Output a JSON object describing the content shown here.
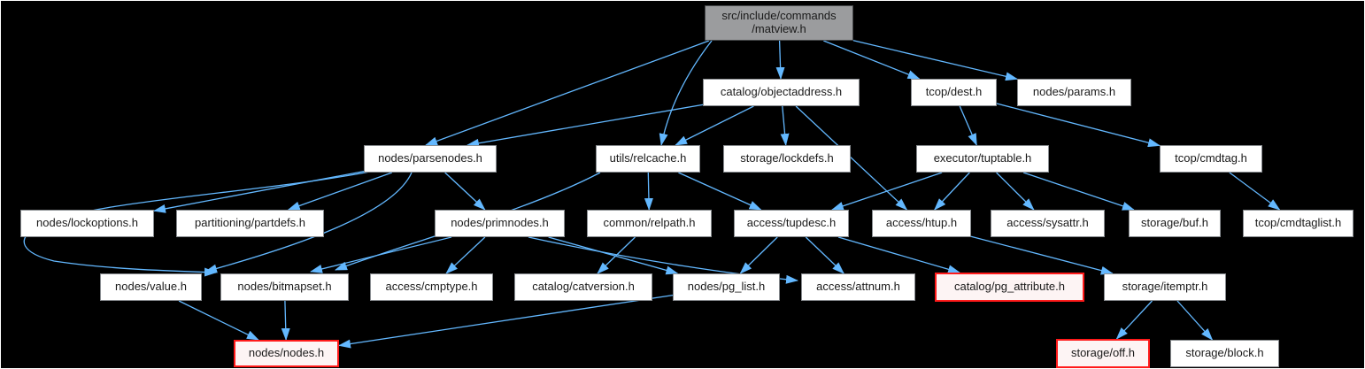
{
  "diagram": {
    "type": "include-dependency-graph",
    "root": "src/include/commands/matview.h",
    "colors": {
      "background": "#000000",
      "edge": "#63b8ff",
      "node_fill": "#ffffff",
      "node_border": "#888c90",
      "root_fill": "#9b9c9e",
      "root_border": "#46484a",
      "truncated_border": "#ff1a1a",
      "truncated_fill": "#fdf4f4",
      "text": "#1a1a1a"
    },
    "nodes": [
      {
        "id": "matview",
        "label": "src/include/commands\n/matview.h",
        "kind": "main"
      },
      {
        "id": "objectaddress",
        "label": "catalog/objectaddress.h",
        "kind": "normal"
      },
      {
        "id": "dest",
        "label": "tcop/dest.h",
        "kind": "normal"
      },
      {
        "id": "params",
        "label": "nodes/params.h",
        "kind": "normal"
      },
      {
        "id": "parsenodes",
        "label": "nodes/parsenodes.h",
        "kind": "normal"
      },
      {
        "id": "relcache",
        "label": "utils/relcache.h",
        "kind": "normal"
      },
      {
        "id": "lockdefs",
        "label": "storage/lockdefs.h",
        "kind": "normal"
      },
      {
        "id": "tuptable",
        "label": "executor/tuptable.h",
        "kind": "normal"
      },
      {
        "id": "cmdtag",
        "label": "tcop/cmdtag.h",
        "kind": "normal"
      },
      {
        "id": "lockoptions",
        "label": "nodes/lockoptions.h",
        "kind": "normal"
      },
      {
        "id": "partdefs",
        "label": "partitioning/partdefs.h",
        "kind": "normal"
      },
      {
        "id": "primnodes",
        "label": "nodes/primnodes.h",
        "kind": "normal"
      },
      {
        "id": "relpath",
        "label": "common/relpath.h",
        "kind": "normal"
      },
      {
        "id": "tupdesc",
        "label": "access/tupdesc.h",
        "kind": "normal"
      },
      {
        "id": "htup",
        "label": "access/htup.h",
        "kind": "normal"
      },
      {
        "id": "sysattr",
        "label": "access/sysattr.h",
        "kind": "normal"
      },
      {
        "id": "buf",
        "label": "storage/buf.h",
        "kind": "normal"
      },
      {
        "id": "cmdtaglist",
        "label": "tcop/cmdtaglist.h",
        "kind": "normal"
      },
      {
        "id": "value",
        "label": "nodes/value.h",
        "kind": "normal"
      },
      {
        "id": "bitmapset",
        "label": "nodes/bitmapset.h",
        "kind": "normal"
      },
      {
        "id": "cmptype",
        "label": "access/cmptype.h",
        "kind": "normal"
      },
      {
        "id": "catversion",
        "label": "catalog/catversion.h",
        "kind": "normal"
      },
      {
        "id": "pg_list",
        "label": "nodes/pg_list.h",
        "kind": "normal"
      },
      {
        "id": "attnum",
        "label": "access/attnum.h",
        "kind": "normal"
      },
      {
        "id": "pg_attribute",
        "label": "catalog/pg_attribute.h",
        "kind": "red"
      },
      {
        "id": "itemptr",
        "label": "storage/itemptr.h",
        "kind": "normal"
      },
      {
        "id": "nodes",
        "label": "nodes/nodes.h",
        "kind": "red"
      },
      {
        "id": "off",
        "label": "storage/off.h",
        "kind": "red"
      },
      {
        "id": "block",
        "label": "storage/block.h",
        "kind": "normal"
      }
    ],
    "edges": [
      {
        "from": "matview",
        "to": "objectaddress"
      },
      {
        "from": "matview",
        "to": "dest"
      },
      {
        "from": "matview",
        "to": "params"
      },
      {
        "from": "matview",
        "to": "parsenodes"
      },
      {
        "from": "matview",
        "to": "relcache"
      },
      {
        "from": "objectaddress",
        "to": "parsenodes"
      },
      {
        "from": "objectaddress",
        "to": "relcache"
      },
      {
        "from": "objectaddress",
        "to": "lockdefs"
      },
      {
        "from": "objectaddress",
        "to": "htup"
      },
      {
        "from": "dest",
        "to": "tuptable"
      },
      {
        "from": "dest",
        "to": "cmdtag"
      },
      {
        "from": "parsenodes",
        "to": "lockoptions"
      },
      {
        "from": "parsenodes",
        "to": "partdefs"
      },
      {
        "from": "parsenodes",
        "to": "primnodes"
      },
      {
        "from": "parsenodes",
        "to": "value"
      },
      {
        "from": "parsenodes",
        "to": "bitmapset"
      },
      {
        "from": "relcache",
        "to": "tupdesc"
      },
      {
        "from": "relcache",
        "to": "relpath"
      },
      {
        "from": "relcache",
        "to": "bitmapset"
      },
      {
        "from": "tuptable",
        "to": "tupdesc"
      },
      {
        "from": "tuptable",
        "to": "htup"
      },
      {
        "from": "tuptable",
        "to": "sysattr"
      },
      {
        "from": "tuptable",
        "to": "buf"
      },
      {
        "from": "cmdtag",
        "to": "cmdtaglist"
      },
      {
        "from": "primnodes",
        "to": "bitmapset"
      },
      {
        "from": "primnodes",
        "to": "cmptype"
      },
      {
        "from": "primnodes",
        "to": "pg_list"
      },
      {
        "from": "primnodes",
        "to": "attnum"
      },
      {
        "from": "relpath",
        "to": "catversion"
      },
      {
        "from": "tupdesc",
        "to": "pg_list"
      },
      {
        "from": "tupdesc",
        "to": "attnum"
      },
      {
        "from": "tupdesc",
        "to": "pg_attribute"
      },
      {
        "from": "htup",
        "to": "itemptr"
      },
      {
        "from": "value",
        "to": "nodes"
      },
      {
        "from": "bitmapset",
        "to": "nodes"
      },
      {
        "from": "pg_list",
        "to": "nodes"
      },
      {
        "from": "itemptr",
        "to": "off"
      },
      {
        "from": "itemptr",
        "to": "block"
      }
    ]
  }
}
